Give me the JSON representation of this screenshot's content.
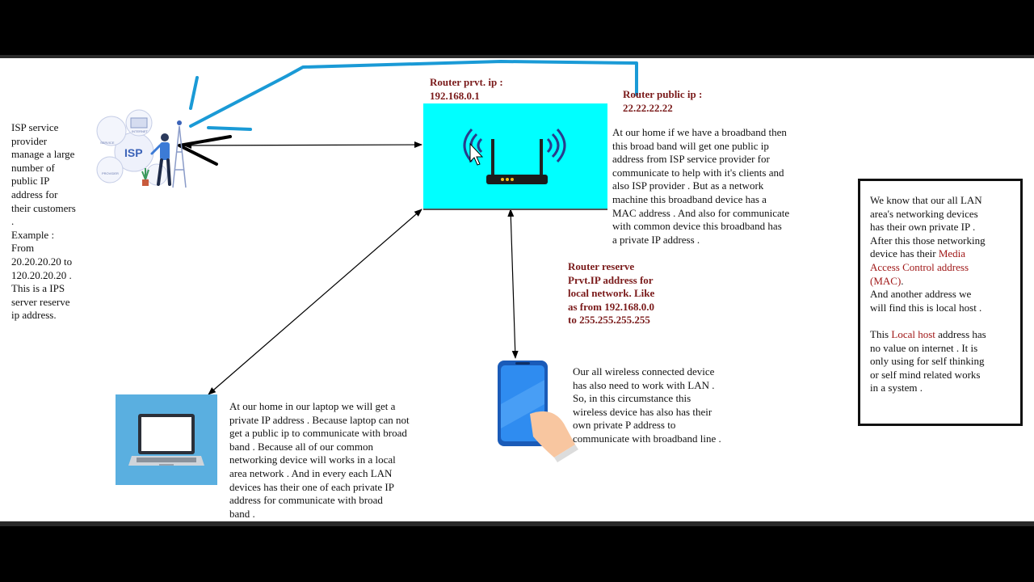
{
  "isp": {
    "icon_labels": [
      "ISP",
      "SERVICE",
      "INTERNET",
      "PROVIDER"
    ],
    "description": "ISP  service\nprovider\nmanage a large\nnumber of\npublic  IP\naddress for\ntheir customers\n.\nExample :\nFrom\n20.20.20.20 to\n120.20.20.20 .\nThis is a IPS\nserver reserve\nip address."
  },
  "router": {
    "private_ip_label": "Router prvt. ip :\n192.168.0.1",
    "public_ip_label": "Router public ip :\n22.22.22.22",
    "description": "At our home if we have a broadband then\nthis broad band will get one public ip\naddress from ISP service provider for\ncommunicate to help with it's clients and\nalso ISP provider . But as a network\nmachine this broadband  device has  a\nMAC address . And also for communicate\nwith common device this broadband has\na private IP address  .",
    "reserve_note": "Router reserve\nPrvt.IP address for\nlocal network. Like\nas from 192.168.0.0\nto 255.255.255.255"
  },
  "phone": {
    "description": "Our all wireless connected device\nhas also need to work with LAN .\nSo,  in this circumstance this\nwireless device has also has their\nown private P address to\ncommunicate with broadband line ."
  },
  "laptop": {
    "description": "At our home in our laptop we will get a\nprivate IP address . Because laptop can not\nget a public ip to communicate with broad\nband . Because all of our common\nnetworking device  will works in a local\narea network . And in every each LAN\ndevices has their one of each private IP\naddress for communicate with  broad\nband ."
  },
  "lan_box": {
    "part1": "We know that our all LAN\narea's networking devices\nhas their own private IP .\nAfter this those networking\ndevice has their ",
    "mac_highlight": "Media\nAccess Control address\n(MAC)",
    "part2": ".\nAnd another address we\nwill find this is local host .\n\nThis ",
    "localhost_highlight": "Local host",
    "part3": " address has\nno value on internet . It is\nonly using for self thinking\nor self mind related works\nin a system ."
  },
  "colors": {
    "router_bg": "#00ffff",
    "laptop_bg": "#5aafe0",
    "phone_screen": "#2f8cf0",
    "pen_blue": "#1a9ad6",
    "label_red": "#7a1a1a"
  }
}
